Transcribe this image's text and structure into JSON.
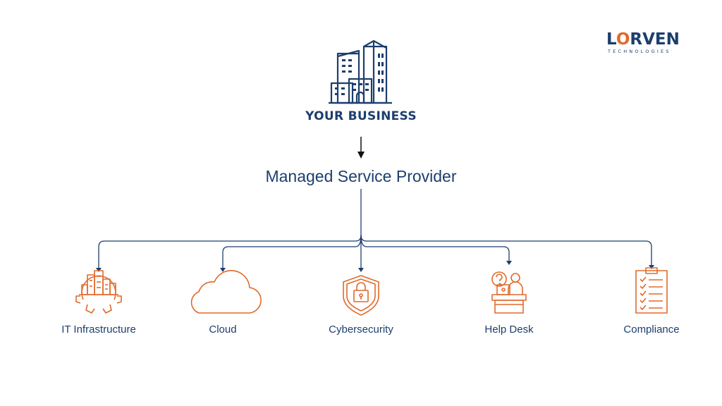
{
  "logo": {
    "brand_prefix": "L",
    "brand_accent": "O",
    "brand_suffix": "RVEN",
    "tagline": "TECHNOLOGIES"
  },
  "business": {
    "title": "YOUR BUSINESS",
    "icon": "office-buildings-icon"
  },
  "provider": {
    "title": "Managed Service Provider"
  },
  "services": [
    {
      "label": "IT Infrastructure",
      "icon": "buildings-gear-icon"
    },
    {
      "label": "Cloud",
      "icon": "cloud-icon"
    },
    {
      "label": "Cybersecurity",
      "icon": "shield-lock-icon"
    },
    {
      "label": "Help Desk",
      "icon": "help-desk-agent-icon"
    },
    {
      "label": "Compliance",
      "icon": "checklist-icon"
    }
  ],
  "colors": {
    "navy": "#1d3e6e",
    "orange": "#e06a2b",
    "background": "#ffffff"
  }
}
